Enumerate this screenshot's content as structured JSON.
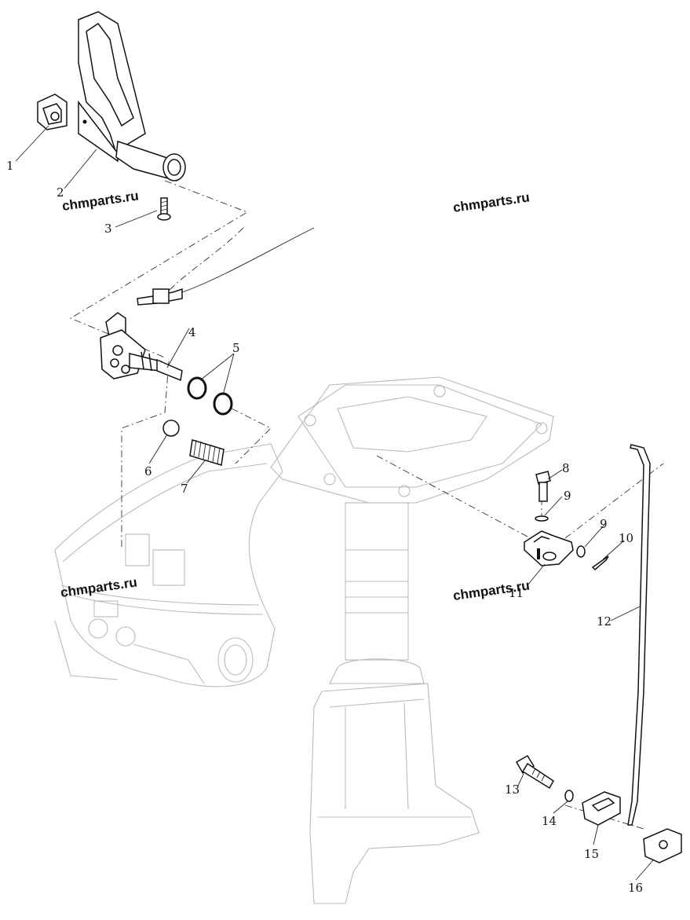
{
  "callouts": [
    "1",
    "2",
    "3",
    "4",
    "5",
    "6",
    "7",
    "8",
    "9",
    "9",
    "10",
    "11",
    "12",
    "13",
    "14",
    "15",
    "16"
  ],
  "watermarks": [
    "chmparts.ru",
    "chmparts.ru",
    "chmparts.ru",
    "chmparts.ru"
  ],
  "colors": {
    "line": "#111111",
    "ghost": "#b9b9b9",
    "background": "#ffffff"
  }
}
